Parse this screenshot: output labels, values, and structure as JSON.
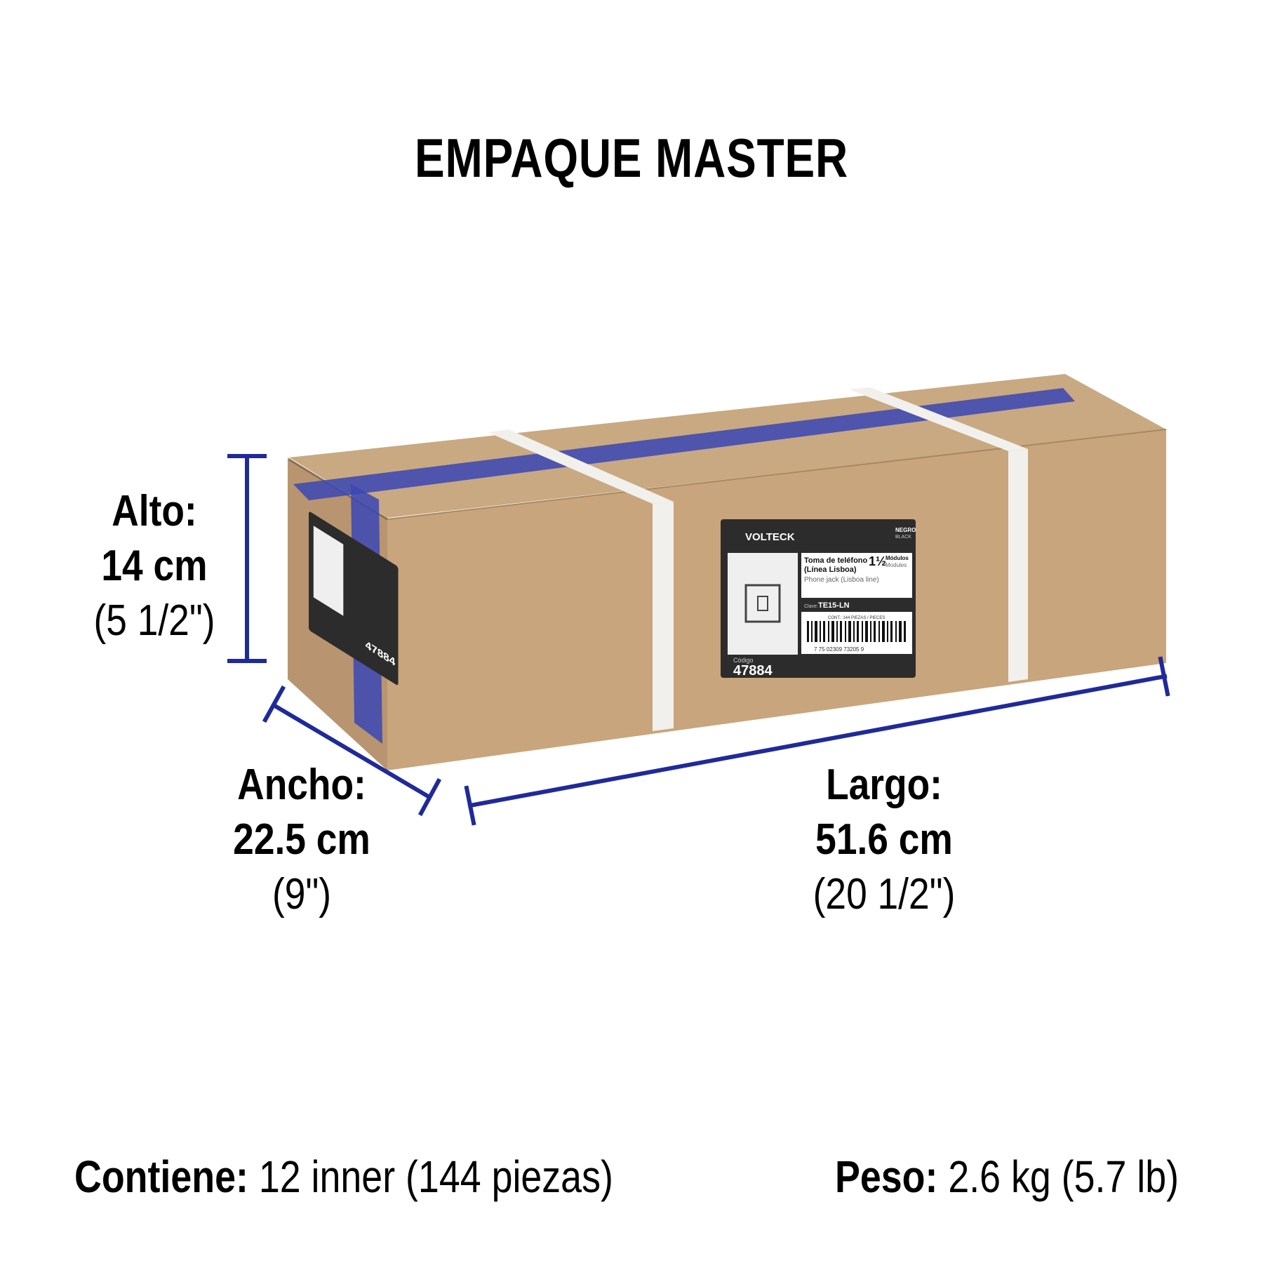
{
  "title": "EMPAQUE MASTER",
  "dimensions": {
    "alto": {
      "name": "Alto:",
      "metric": "14 cm",
      "imperial": "(5 1/2\")"
    },
    "ancho": {
      "name": "Ancho:",
      "metric": "22.5 cm",
      "imperial": "(9\")"
    },
    "largo": {
      "name": "Largo:",
      "metric": "51.6 cm",
      "imperial": "(20 1/2\")"
    }
  },
  "contents": {
    "label": "Contiene:",
    "value": "12 inner (144 piezas)"
  },
  "weight": {
    "label": "Peso:",
    "value": "2.6 kg (5.7 lb)"
  },
  "product_label": {
    "brand": "VOLTECK",
    "color_es": "NEGRO",
    "color_en": "BLACK",
    "name_es": "Toma de teléfono",
    "line_es": "(Línea Lisboa)",
    "name_en": "Phone jack (Lisboa line)",
    "modules_qty": "1½",
    "modules_es": "Módulos",
    "modules_en": "Modules",
    "clave_label": "Clave:",
    "clave": "TE15-LN",
    "contents": "CONT.: 144 PIEZAS / PIECES",
    "barcode_digits": "7 75 02309 73205 9",
    "code_label": "Código",
    "code": "47884"
  },
  "colors": {
    "dimension_line": "#1f2a9a",
    "cardboard_front": "#c8a57c",
    "cardboard_top": "#c9a982",
    "cardboard_side": "#b89570",
    "tape": "#3a46b4",
    "strap": "#f2f0ec",
    "label_bg": "#2c2c2c"
  }
}
